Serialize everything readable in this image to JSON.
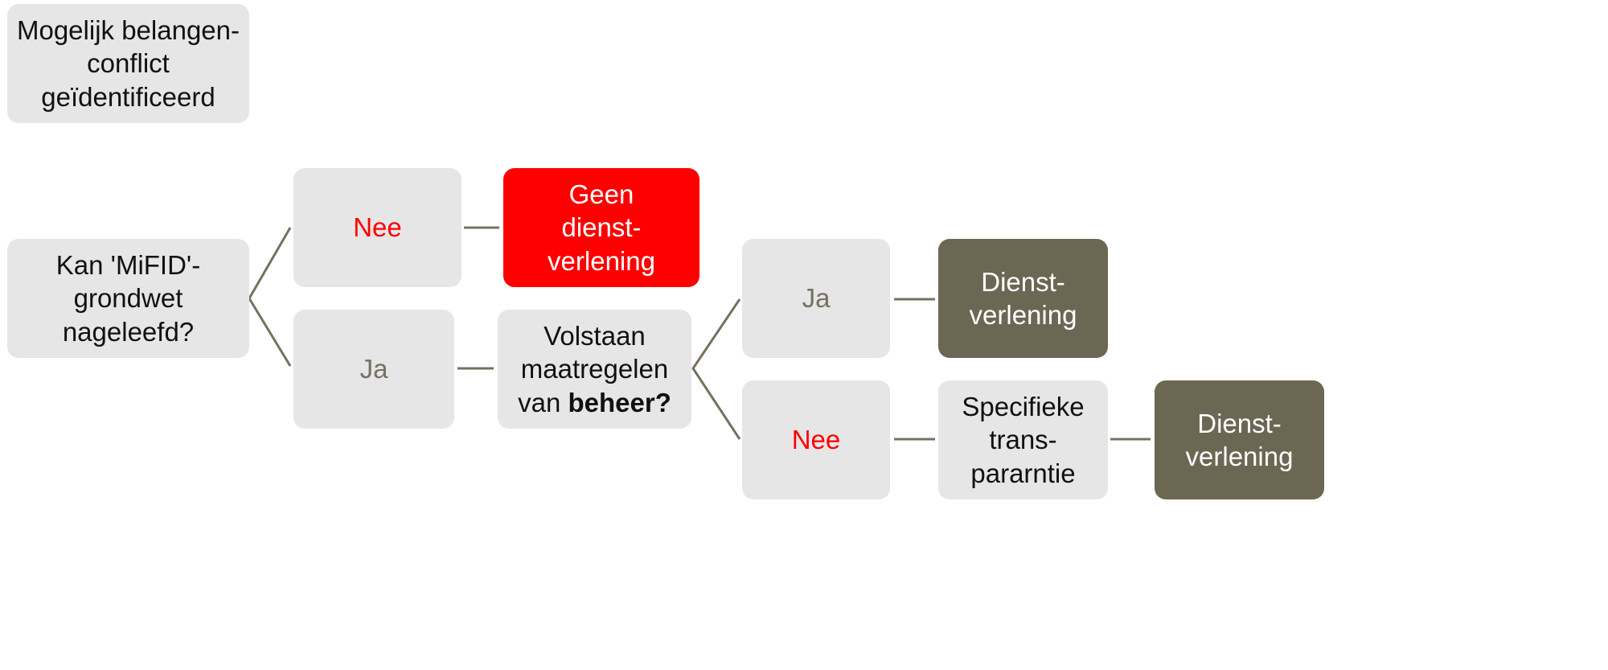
{
  "nodes": {
    "start": "Mogelijk belangen-conflict geïdentificeerd",
    "q1": "Kan 'MiFID'-grondwet nageleefd?",
    "q1_no": "Nee",
    "q1_no_result": "Geen dienst-verlening",
    "q1_yes": "Ja",
    "q2_prefix": "Volstaan maatregelen van ",
    "q2_bold": "beheer?",
    "q2_yes": "Ja",
    "q2_yes_result": "Dienst-verlening",
    "q2_no": "Nee",
    "q2_no_step": "Specifieke trans-pararntie",
    "q2_no_result": "Dienst-verlening"
  },
  "colors": {
    "box": "#e6e6e6",
    "negative": "#ff0000",
    "positive": "#6b6753",
    "connector": "#767060"
  }
}
